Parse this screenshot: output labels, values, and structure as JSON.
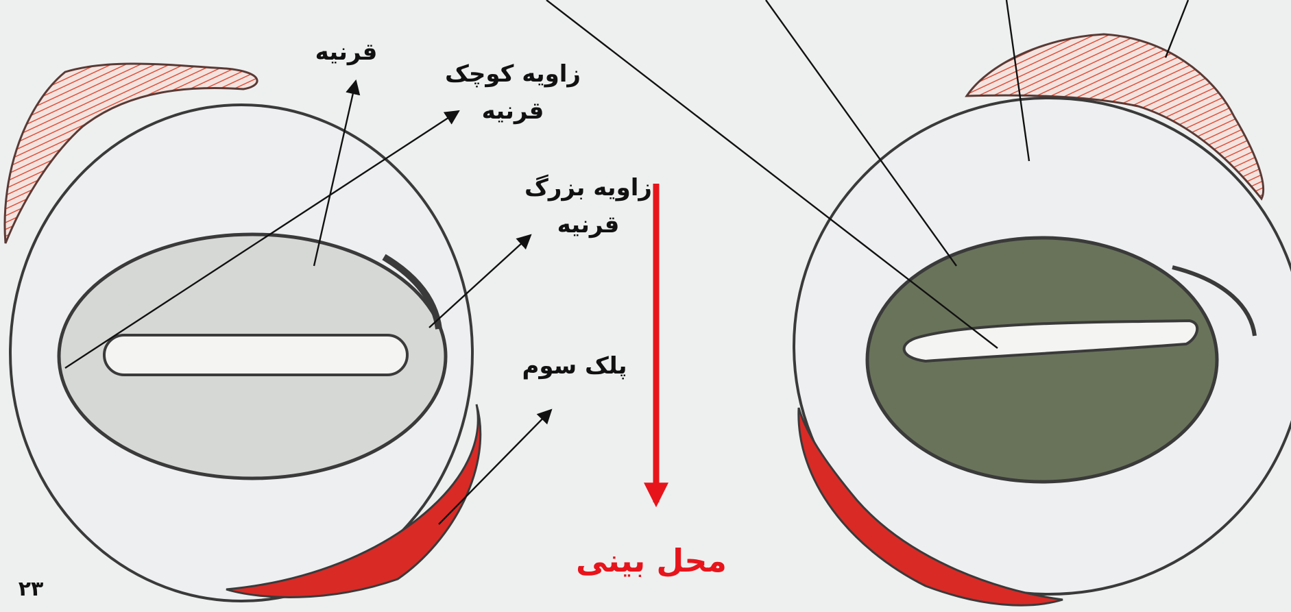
{
  "labels": {
    "cornea": "قرنیه",
    "small_angle_line1": "زاویه کوچک",
    "small_angle_line2": "قرنیه",
    "big_angle_line1": "زاویه بزرگ",
    "big_angle_line2": "قرنیه",
    "third_eyelid": "پلک سوم",
    "nose_location": "محل بینی",
    "page_number": "۲۳"
  },
  "colors": {
    "background": "#eef0f0",
    "outline": "#3a3a3a",
    "eyebrow": "#e0503a",
    "third_eyelid": "#d92a26",
    "left_cornea_fill": "#d6d8d6",
    "right_cornea_fill": "#69735a",
    "nose_arrow": "#e8141b"
  }
}
